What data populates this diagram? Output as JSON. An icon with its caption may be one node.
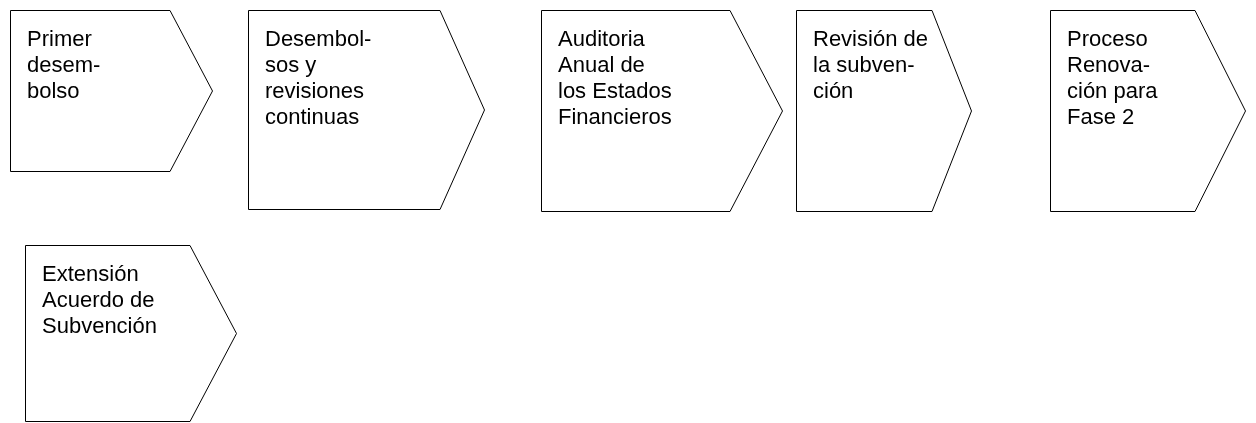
{
  "diagram": {
    "nodes": [
      {
        "text": [
          "Primer desem- bolso"
        ]
      },
      {
        "text": [
          "Desembol- sos y revisiones continuas"
        ]
      },
      {
        "text": [
          "Auditoria Anual de los Estados Financieros"
        ]
      },
      {
        "text": [
          "Revisión de la subven- ción"
        ]
      },
      {
        "text": [
          "Proceso Renova- ción para Fase 2"
        ]
      },
      {
        "text": [
          "Extensión Acuerdo de Subvención"
        ]
      }
    ]
  }
}
